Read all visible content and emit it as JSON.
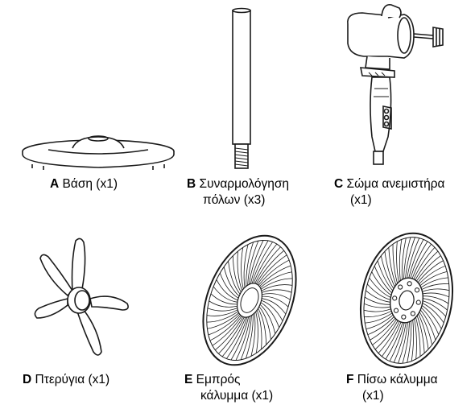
{
  "parts": [
    {
      "letter": "A",
      "line1": "Βάση (x1)",
      "line2": ""
    },
    {
      "letter": "B",
      "line1": "Συναρμολόγηση",
      "line2": "πόλων (x3)"
    },
    {
      "letter": "C",
      "line1": "Σώμα ανεμιστήρα",
      "line2": "(x1)"
    },
    {
      "letter": "D",
      "line1": "Πτερύγια (x1)",
      "line2": ""
    },
    {
      "letter": "E",
      "line1": "Εμπρός",
      "line2": "κάλυμμα (x1)"
    },
    {
      "letter": "F",
      "line1": "Πίσω κάλυμμα",
      "line2": "(x1)"
    }
  ]
}
